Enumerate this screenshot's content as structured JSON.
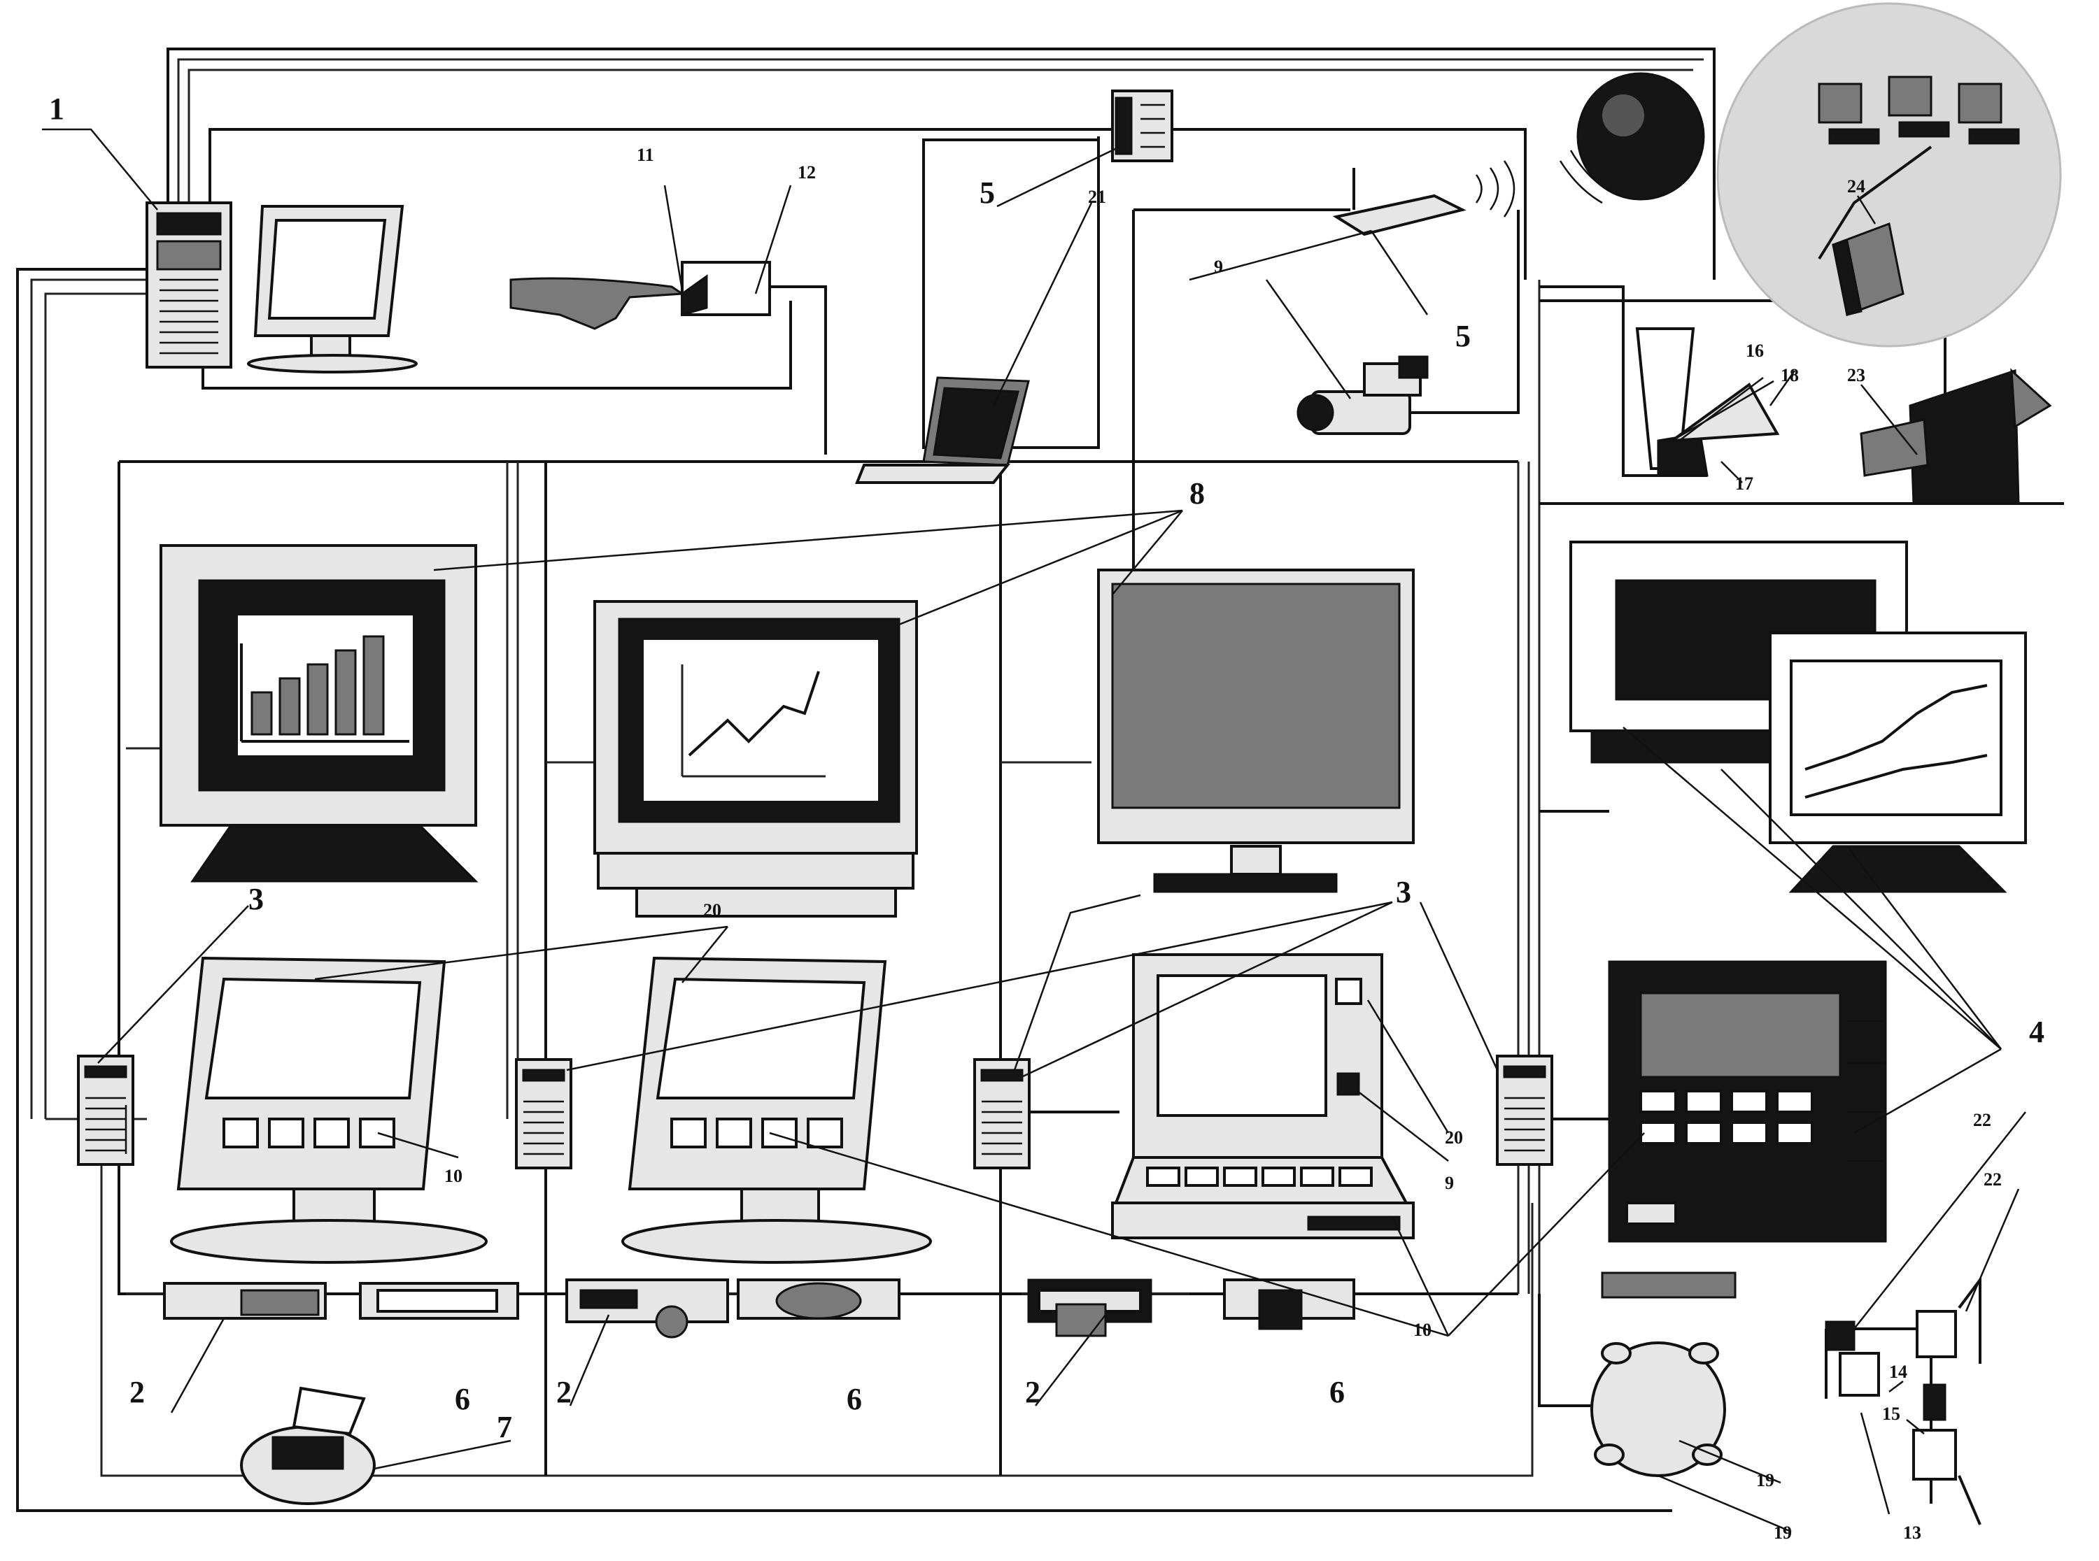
{
  "labels": {
    "n1": "1",
    "n2a": "2",
    "n2b": "2",
    "n2c": "2",
    "n3a": "3",
    "n3b": "3",
    "n4": "4",
    "n5a": "5",
    "n5b": "5",
    "n6a": "6",
    "n6b": "6",
    "n6c": "6",
    "n7": "7",
    "n8": "8",
    "n9a": "9",
    "n9b": "9",
    "n10a": "10",
    "n10b": "10",
    "n11": "11",
    "n12": "12",
    "n13": "13",
    "n14": "14",
    "n15": "15",
    "n16": "16",
    "n17": "17",
    "n18": "18",
    "n19a": "19",
    "n19b": "19",
    "n20a": "20",
    "n20b": "20",
    "n21": "21",
    "n22a": "22",
    "n22b": "22",
    "n23": "23",
    "n24": "24"
  },
  "colors": {
    "line": "#111111",
    "device_fill": "#e6e6e6",
    "screen_dark": "#151515",
    "network_bubble": "#d9d9d9"
  },
  "icons": [
    "server-tower-icon",
    "monitor-icon",
    "hand-pointer-icon",
    "card-reader-icon",
    "phone-icon",
    "laptop-icon",
    "wifi-router-icon",
    "globe-icon",
    "camcorder-icon",
    "network-computers-icon",
    "bar-chart-monitor-icon",
    "line-chart-monitor-icon",
    "lcd-monitor-icon",
    "touch-terminal-icon",
    "pos-terminal-icon",
    "receipt-printer-icon",
    "keyboard-icon",
    "round-table-icon",
    "exit-door-icon"
  ]
}
